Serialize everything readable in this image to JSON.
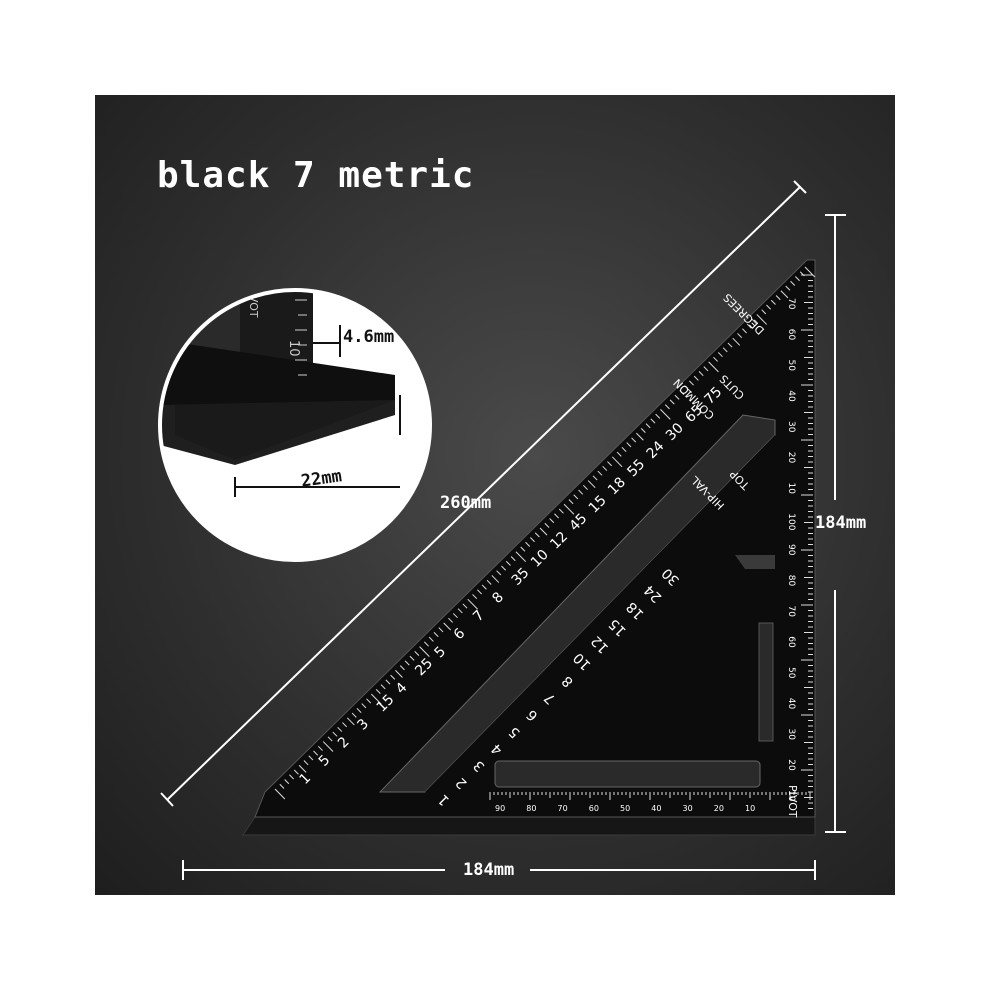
{
  "title": "black 7 metric",
  "dimensions": {
    "hypotenuse": "260mm",
    "right_side": "184mm",
    "bottom_side": "184mm",
    "thickness": "4.6mm",
    "base_width": "22mm"
  },
  "ruler_markings": {
    "top_left_scale": [
      "1",
      "5",
      "2",
      "3",
      "15",
      "4",
      "25",
      "5",
      "6",
      "7",
      "8",
      "35",
      "10",
      "12",
      "45",
      "15",
      "18",
      "55",
      "24",
      "30",
      "65",
      "75"
    ],
    "hip_val_scale": [
      "1",
      "2",
      "3",
      "4",
      "5",
      "6",
      "7",
      "8",
      "10",
      "12",
      "15",
      "18",
      "24",
      "30"
    ],
    "right_edge_degrees": [
      "70",
      "60",
      "50",
      "40",
      "30",
      "20",
      "10",
      "100",
      "90",
      "80",
      "70",
      "60",
      "50",
      "40",
      "30",
      "20",
      "10"
    ],
    "bottom_edge_degrees": [
      "90",
      "80",
      "70",
      "60",
      "50",
      "40",
      "30",
      "20",
      "10"
    ],
    "labels": [
      "DEGREES",
      "COMMON",
      "CUTS",
      "TOP",
      "HIP-VAL",
      "PIVOT"
    ]
  },
  "colors": {
    "panel_background": "#2e2e2e",
    "tool_body": "#0d0d0d",
    "text": "#ffffff"
  }
}
